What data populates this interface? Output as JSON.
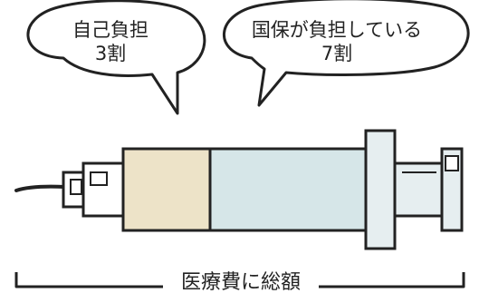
{
  "left_bubble": {
    "line1": "自己負担",
    "line2": "3割"
  },
  "right_bubble": {
    "line1": "国保が負担している",
    "line2": "7割"
  },
  "total_label": "医療費に総額",
  "colors": {
    "outline": "#222222",
    "self_pay_fill": "#ede3c8",
    "insurance_fill": "#d6e6e8",
    "plunger_fill": "#e6eef0",
    "cap_fill": "#e7dfcc"
  }
}
